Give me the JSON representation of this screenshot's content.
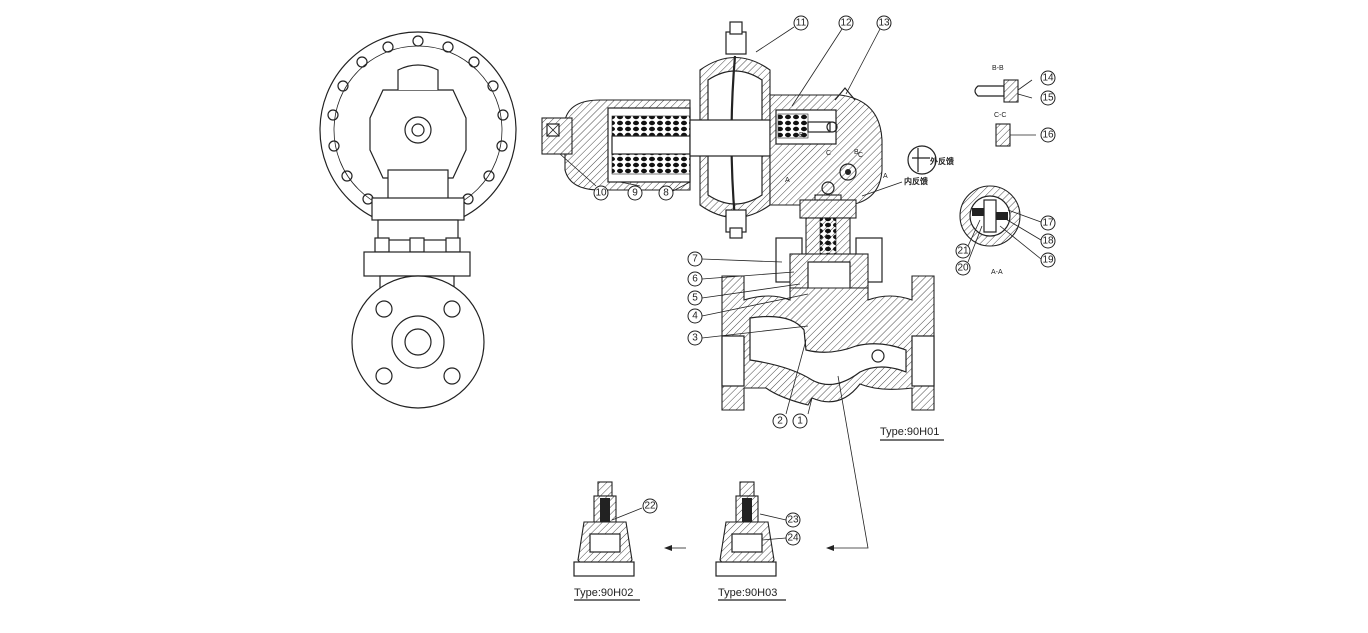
{
  "captions": {
    "main_type": "Type:90H01",
    "variant_a_type": "Type:90H02",
    "variant_b_type": "Type:90H03"
  },
  "section_labels": {
    "bb": "B-B",
    "cc": "C-C",
    "aa": "A-A",
    "b1": "B",
    "b2": "B",
    "c1": "C",
    "c2": "C",
    "a1": "A",
    "a2": "A"
  },
  "annotations": {
    "external_feedback": "外反馈",
    "internal_feedback": "内反馈"
  },
  "callouts": {
    "c1": "1",
    "c2": "2",
    "c3": "3",
    "c4": "4",
    "c5": "5",
    "c6": "6",
    "c7": "7",
    "c8": "8",
    "c9": "9",
    "c10": "10",
    "c11": "11",
    "c12": "12",
    "c13": "13",
    "c14": "14",
    "c15": "15",
    "c16": "16",
    "c17": "17",
    "c18": "18",
    "c19": "19",
    "c20": "20",
    "c21": "21",
    "c22": "22",
    "c23": "23",
    "c24": "24"
  }
}
